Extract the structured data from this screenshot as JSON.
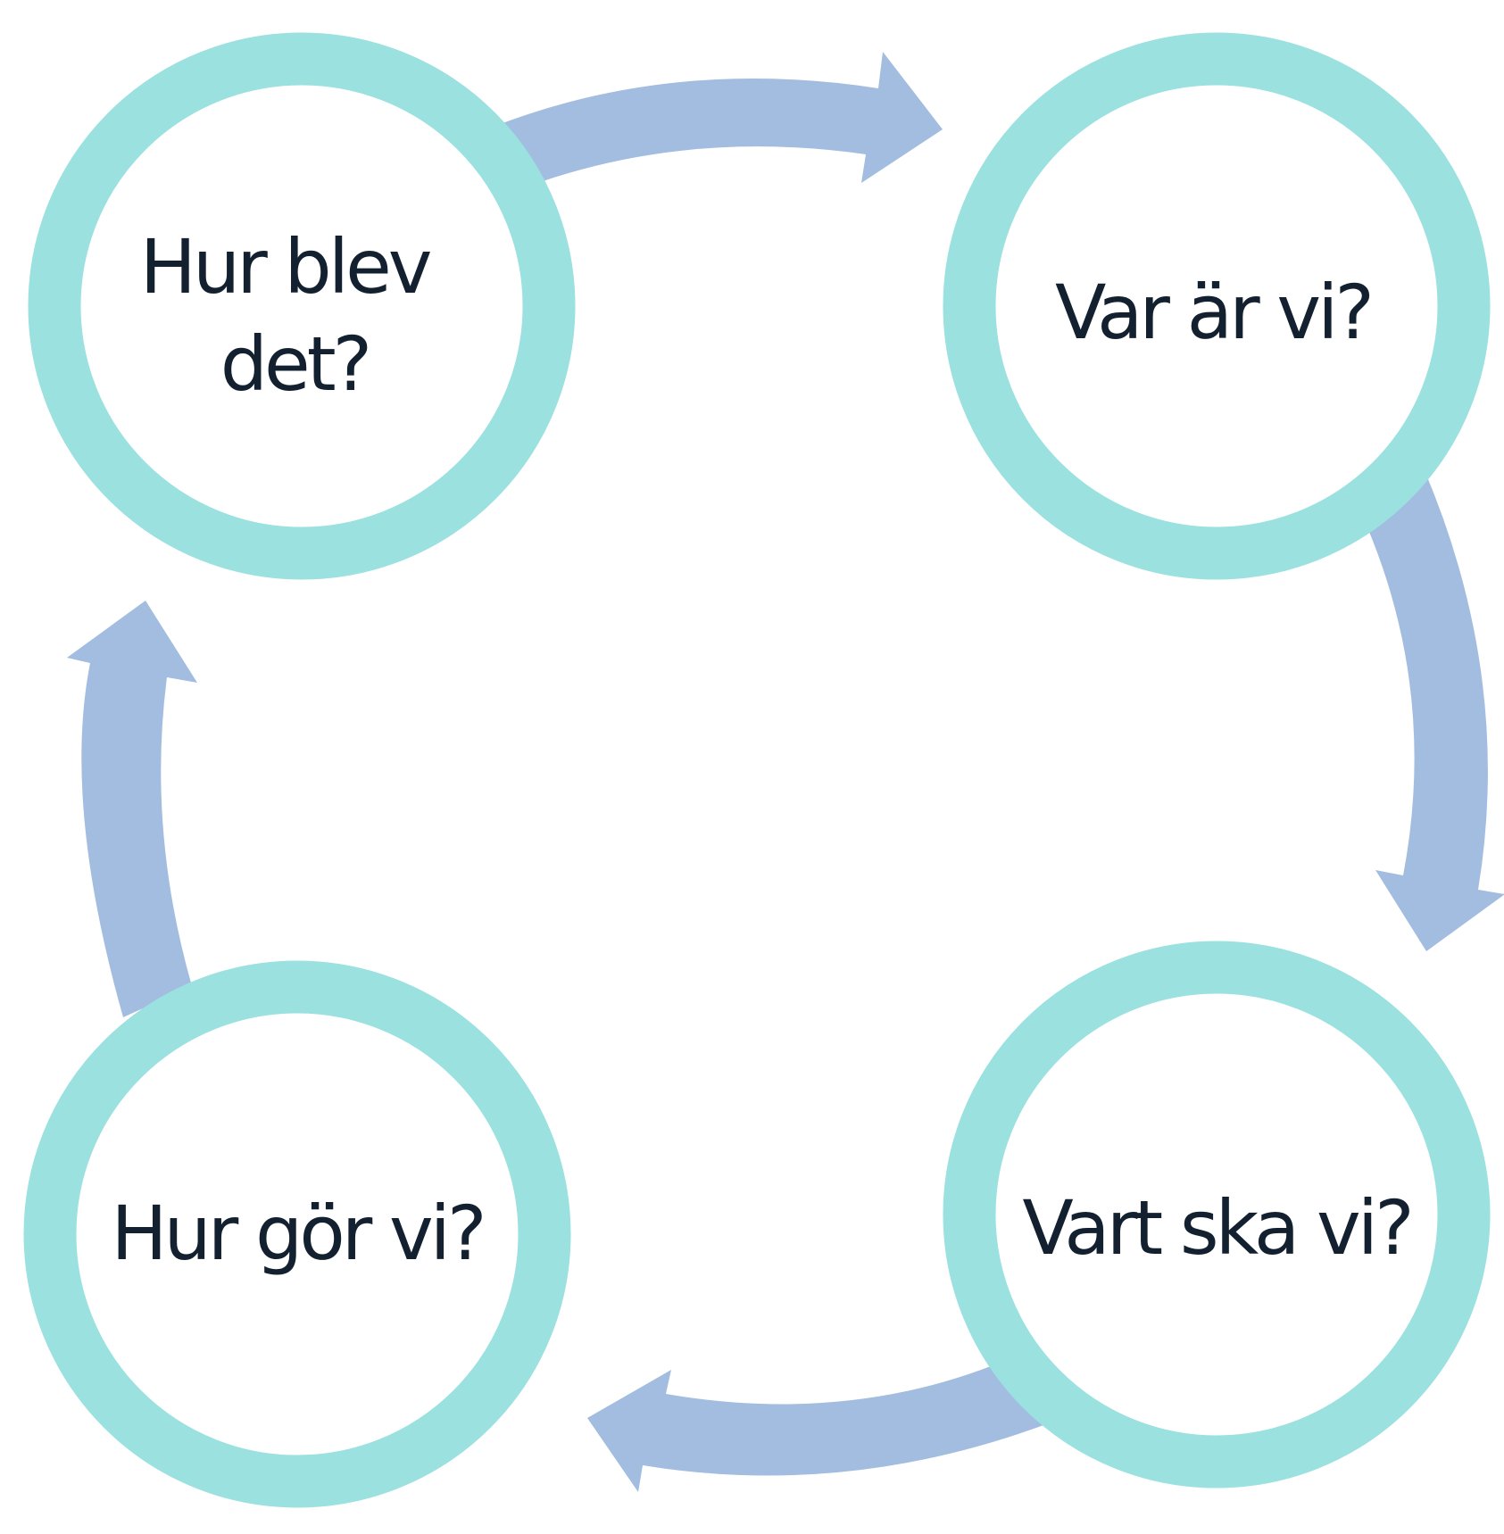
{
  "diagram": {
    "colors": {
      "ring": "#9ae1df",
      "arrow": "#a2bddf",
      "text": "#13202f",
      "fill": "#ffffff"
    },
    "nodes": [
      {
        "id": "hur-blev-det",
        "lines": [
          "Hur blev",
          "det?"
        ]
      },
      {
        "id": "var-ar-vi",
        "lines": [
          "Var är vi?"
        ]
      },
      {
        "id": "vart-ska-vi",
        "lines": [
          "Vart ska vi?"
        ]
      },
      {
        "id": "hur-gor-vi",
        "lines": [
          "Hur gör vi?"
        ]
      }
    ],
    "arrows": [
      {
        "from": "hur-blev-det",
        "to": "var-ar-vi"
      },
      {
        "from": "var-ar-vi",
        "to": "vart-ska-vi"
      },
      {
        "from": "vart-ska-vi",
        "to": "hur-gor-vi"
      },
      {
        "from": "hur-gor-vi",
        "to": "hur-blev-det"
      }
    ]
  }
}
